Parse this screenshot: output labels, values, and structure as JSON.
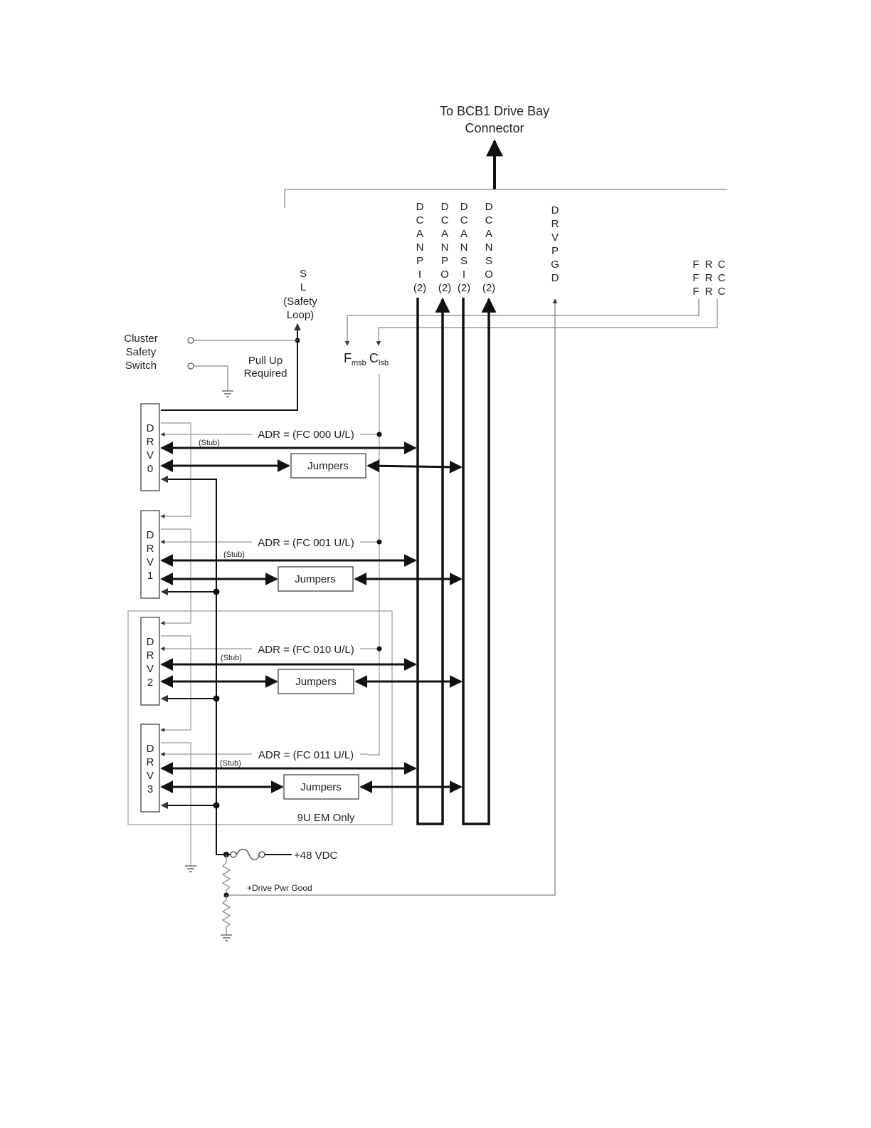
{
  "top_connector": {
    "line1": "To BCB1 Drive Bay",
    "line2": "Connector"
  },
  "bus_columns": [
    {
      "letters": [
        "D",
        "C",
        "A",
        "N",
        "P",
        "I",
        "(2)"
      ]
    },
    {
      "letters": [
        "D",
        "C",
        "A",
        "N",
        "P",
        "O",
        "(2)"
      ]
    },
    {
      "letters": [
        "D",
        "C",
        "A",
        "N",
        "S",
        "I",
        "(2)"
      ]
    },
    {
      "letters": [
        "D",
        "C",
        "A",
        "N",
        "S",
        "O",
        "(2)"
      ]
    }
  ],
  "drvpgd_column": {
    "letters": [
      "D",
      "R",
      "V",
      "P",
      "G",
      "D"
    ]
  },
  "frc_grid": {
    "rows": [
      [
        "F",
        "R",
        "C"
      ],
      [
        "F",
        "R",
        "C"
      ],
      [
        "F",
        "R",
        "C"
      ]
    ]
  },
  "safety_loop": {
    "letters": [
      "S",
      "L"
    ],
    "line1": "(Safety",
    "line2": "Loop)"
  },
  "cluster_switch": {
    "line1": "Cluster",
    "line2": "Safety",
    "line3": "Switch"
  },
  "pull_up": {
    "line1": "Pull Up",
    "line2": "Required"
  },
  "fmsb": {
    "main": "F",
    "sub": "msb"
  },
  "clsb": {
    "main": "C",
    "sub": "lsb"
  },
  "drives": [
    {
      "letters": [
        "D",
        "R",
        "V",
        "0"
      ],
      "adr": "ADR = (FC 000 U/L)",
      "stub": "(Stub)",
      "jumpers": "Jumpers"
    },
    {
      "letters": [
        "D",
        "R",
        "V",
        "1"
      ],
      "adr": "ADR = (FC 001 U/L)",
      "stub": "(Stub)",
      "jumpers": "Jumpers"
    },
    {
      "letters": [
        "D",
        "R",
        "V",
        "2"
      ],
      "adr": "ADR = (FC 010 U/L)",
      "stub": "(Stub)",
      "jumpers": "Jumpers"
    },
    {
      "letters": [
        "D",
        "R",
        "V",
        "3"
      ],
      "adr": "ADR = (FC 011 U/L)",
      "stub": "(Stub)",
      "jumpers": "Jumpers"
    }
  ],
  "em_only": "9U EM Only",
  "power": {
    "vdc": "+48 VDC",
    "good": "+Drive Pwr Good"
  }
}
